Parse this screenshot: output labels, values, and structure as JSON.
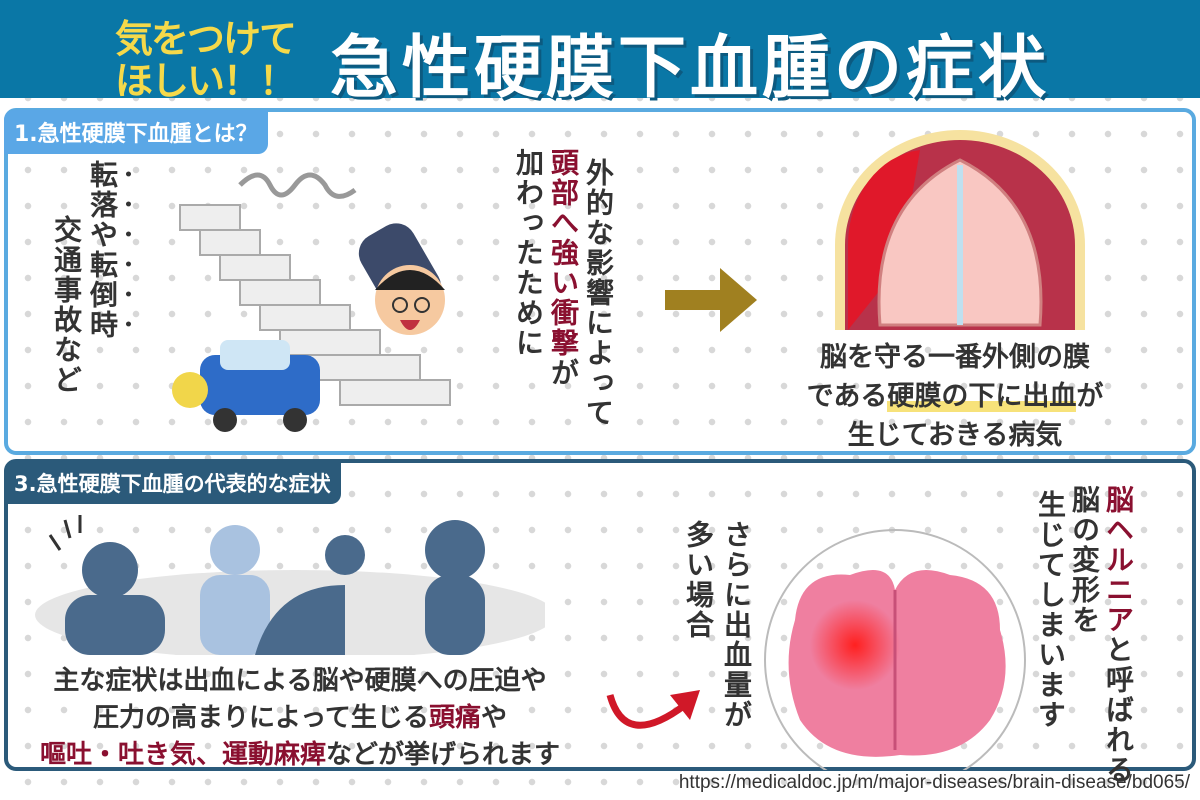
{
  "header": {
    "subtitle_line1": "気をつけて",
    "subtitle_line2": "ほしい！！",
    "title": "急性硬膜下血腫の症状"
  },
  "section1": {
    "label": "1.急性硬膜下血腫とは？",
    "causes": [
      "転落や転倒時",
      "交通事故など"
    ],
    "impact": {
      "line1": "外的な影響によって",
      "line2_red": "頭部へ強い衝撃",
      "line2_rest": "が",
      "line3": "加わったために"
    },
    "definition": {
      "line1": "脳を守る一番外側の膜",
      "line2_pre": "である",
      "line2_highlight": "硬膜の下に出血",
      "line2_post": "が",
      "line3": "生じておきる病気"
    }
  },
  "section2": {
    "label": "3.急性硬膜下血腫の代表的な症状",
    "symptoms": {
      "line1": "主な症状は出血による脳や硬膜への圧迫や",
      "line2_pre": "圧力の高まりによって生じる",
      "line2_red": "頭痛",
      "line2_post": "や",
      "line3_red": "嘔吐・吐き気、運動麻痺",
      "line3_post": "などが挙げられます"
    },
    "severe": {
      "col1": "さらに出血量が",
      "col2": "多い場合"
    },
    "herniation": {
      "col1_red": "脳ヘルニア",
      "col1_rest": "と呼ばれる",
      "col2": "脳の変形を",
      "col3": "生じてしまいます"
    }
  },
  "source_url": "https://medicaldoc.jp/m/major-diseases/brain-disease/bd065/",
  "colors": {
    "header": "#0a77a6",
    "accent_red": "#8a1030",
    "panel1": "#5aaae0",
    "panel2": "#2b5a7a",
    "arrow": "#a08020"
  }
}
